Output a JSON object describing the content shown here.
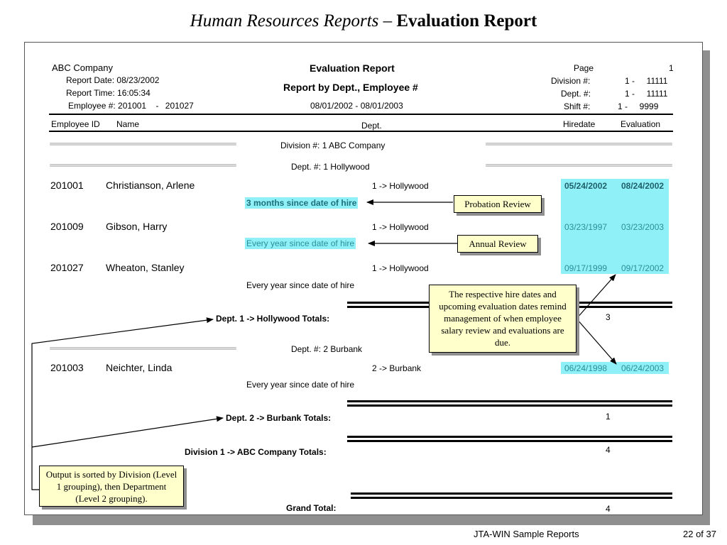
{
  "slide": {
    "title_italic": "Human Resources Reports –",
    "title_bold": "Evaluation Report",
    "footer_center": "JTA-WIN Sample Reports",
    "footer_page": "22 of 37"
  },
  "report": {
    "company": "ABC Company",
    "report_date_label": "Report Date:",
    "report_date": "08/23/2002",
    "report_time_label": "Report Time:",
    "report_time": "16:05:34",
    "employee_label": "Employee #:",
    "employee_from": "201001",
    "employee_sep": "-",
    "employee_to": "201027",
    "title": "Evaluation  Report",
    "subtitle": "Report by Dept., Employee #",
    "date_range": "08/01/2002 - 08/01/2003",
    "page_label": "Page",
    "page_value": "1",
    "division_label": "Division #:",
    "division_value": "1 -     11111",
    "dept_label": "Dept. #:",
    "dept_value": "1 -     11111",
    "shift_label": "Shift #:",
    "shift_value": "1 -     9999",
    "columns": {
      "employee_id": "Employee ID",
      "name": "Name",
      "dept": "Dept.",
      "hiredate": "Hiredate",
      "evaluation": "Evaluation"
    },
    "division_header": "Division #:  1  ABC Company",
    "dept1_header": "Dept. #:  1  Hollywood",
    "dept2_header": "Dept. #:  2  Burbank",
    "rows": [
      {
        "id": "201001",
        "name": "Christianson, Arlene",
        "dept": "1 -> Hollywood",
        "hiredate": "05/24/2002",
        "evaluation": "08/24/2002",
        "rule": "3 months since date of hire"
      },
      {
        "id": "201009",
        "name": "Gibson, Harry",
        "dept": "1 -> Hollywood",
        "hiredate": "03/23/1997",
        "evaluation": "03/23/2003",
        "rule": "Every year since date of hire"
      },
      {
        "id": "201027",
        "name": "Wheaton, Stanley",
        "dept": "1 -> Hollywood",
        "hiredate": "09/17/1999",
        "evaluation": "09/17/2002",
        "rule": "Every year since date of hire"
      },
      {
        "id": "201003",
        "name": "Neichter, Linda",
        "dept": "2 -> Burbank",
        "hiredate": "06/24/1998",
        "evaluation": "06/24/2003",
        "rule": "Every year since date of hire"
      }
    ],
    "dept1_totals_label": "Dept. 1 -> Hollywood Totals:",
    "dept1_totals_value": "3",
    "dept2_totals_label": "Dept. 2 -> Burbank Totals:",
    "dept2_totals_value": "1",
    "division_totals_label": "Division 1 -> ABC Company Totals:",
    "division_totals_value": "4",
    "grand_total_label": "Grand Total:",
    "grand_total_value": "4"
  },
  "callouts": {
    "probation": "Probation Review",
    "annual": "Annual Review",
    "hire_dates": "The respective hire dates and upcoming evaluation dates remind management of when employee salary review and evaluations are due.",
    "sorting": "Output is sorted by Division (Level 1 grouping), then Department (Level 2 grouping)."
  },
  "colors": {
    "highlight": "#8ff1f7",
    "highlight_text": "#2b8f9a",
    "callout_bg": "#ffffcc"
  }
}
